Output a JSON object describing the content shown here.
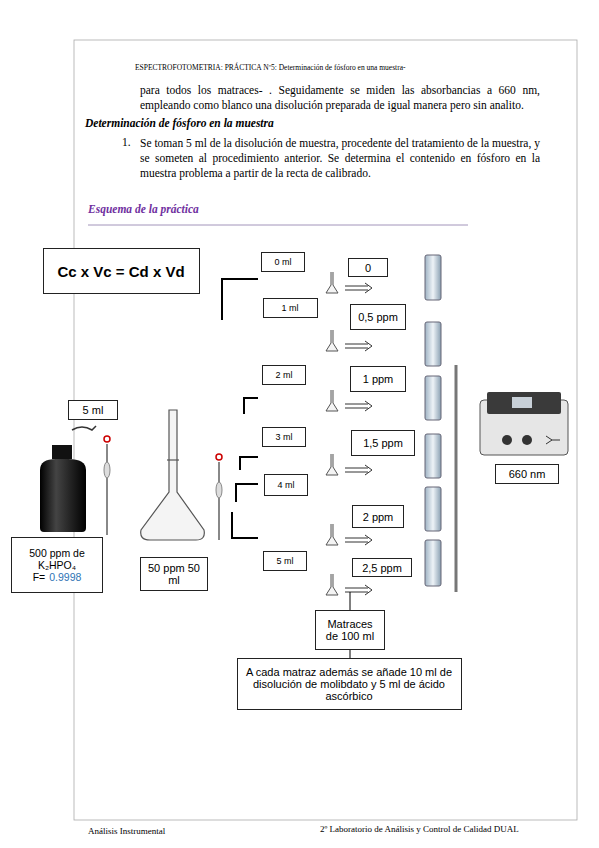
{
  "diagram": {
    "nodes": [
      {
        "text": [
          "Cc x Vc = Cd x Vd"
        ]
      },
      {
        "text": [
          "0 ml"
        ]
      },
      {
        "text": [
          "0"
        ]
      },
      {
        "text": [
          "1 ml"
        ]
      },
      {
        "text": [
          "0,5 ppm"
        ]
      },
      {
        "text": [
          "2 ml"
        ]
      },
      {
        "text": [
          "1 ppm"
        ]
      },
      {
        "text": [
          "5 ml"
        ]
      },
      {
        "text": [
          "3 ml"
        ]
      },
      {
        "text": [
          "1,5 ppm"
        ]
      },
      {
        "text": [
          "660 nm"
        ]
      },
      {
        "text": [
          "4 ml"
        ]
      },
      {
        "text": [
          "2 ppm"
        ]
      },
      {
        "text": [
          "500 ppm de K₂HPO₄",
          "F=",
          "0.9998"
        ]
      },
      {
        "text": [
          "5 ml"
        ]
      },
      {
        "text": [
          "2,5 ppm"
        ]
      },
      {
        "text": [
          "50 ppm 50 ml"
        ]
      },
      {
        "text": [
          "Matraces de 100 ml"
        ]
      },
      {
        "text": [
          "A cada matraz además se añade 10 ml de disolución de molibdato y 5 ml de ácido ascórbico"
        ]
      }
    ],
    "edges": [
      {
        "from": 17,
        "to": 18,
        "arrow": "none"
      }
    ],
    "labels": [
      "ESPECTROFOTOMETRIA: PRÁCTICA Nº5: Determinación de fósforo en una muestra-",
      "para todos los matraces- . Seguidamente se miden las absorbancias a 660 nm, empleando como blanco una disolución preparada de igual manera pero sin analito.",
      "Determinación de fósforo en la muestra",
      "1.",
      "Se toman 5 ml de la disolución de muestra, procedente del tratamiento de la muestra, y se someten al procedimiento anterior. Se determina el contenido en fósforo en la muestra problema a partir de la recta de calibrado.",
      "Esquema de la práctica",
      "Análisis Instrumental",
      "2º Laboratorio de Análisis y Control de Calidad DUAL"
    ]
  }
}
